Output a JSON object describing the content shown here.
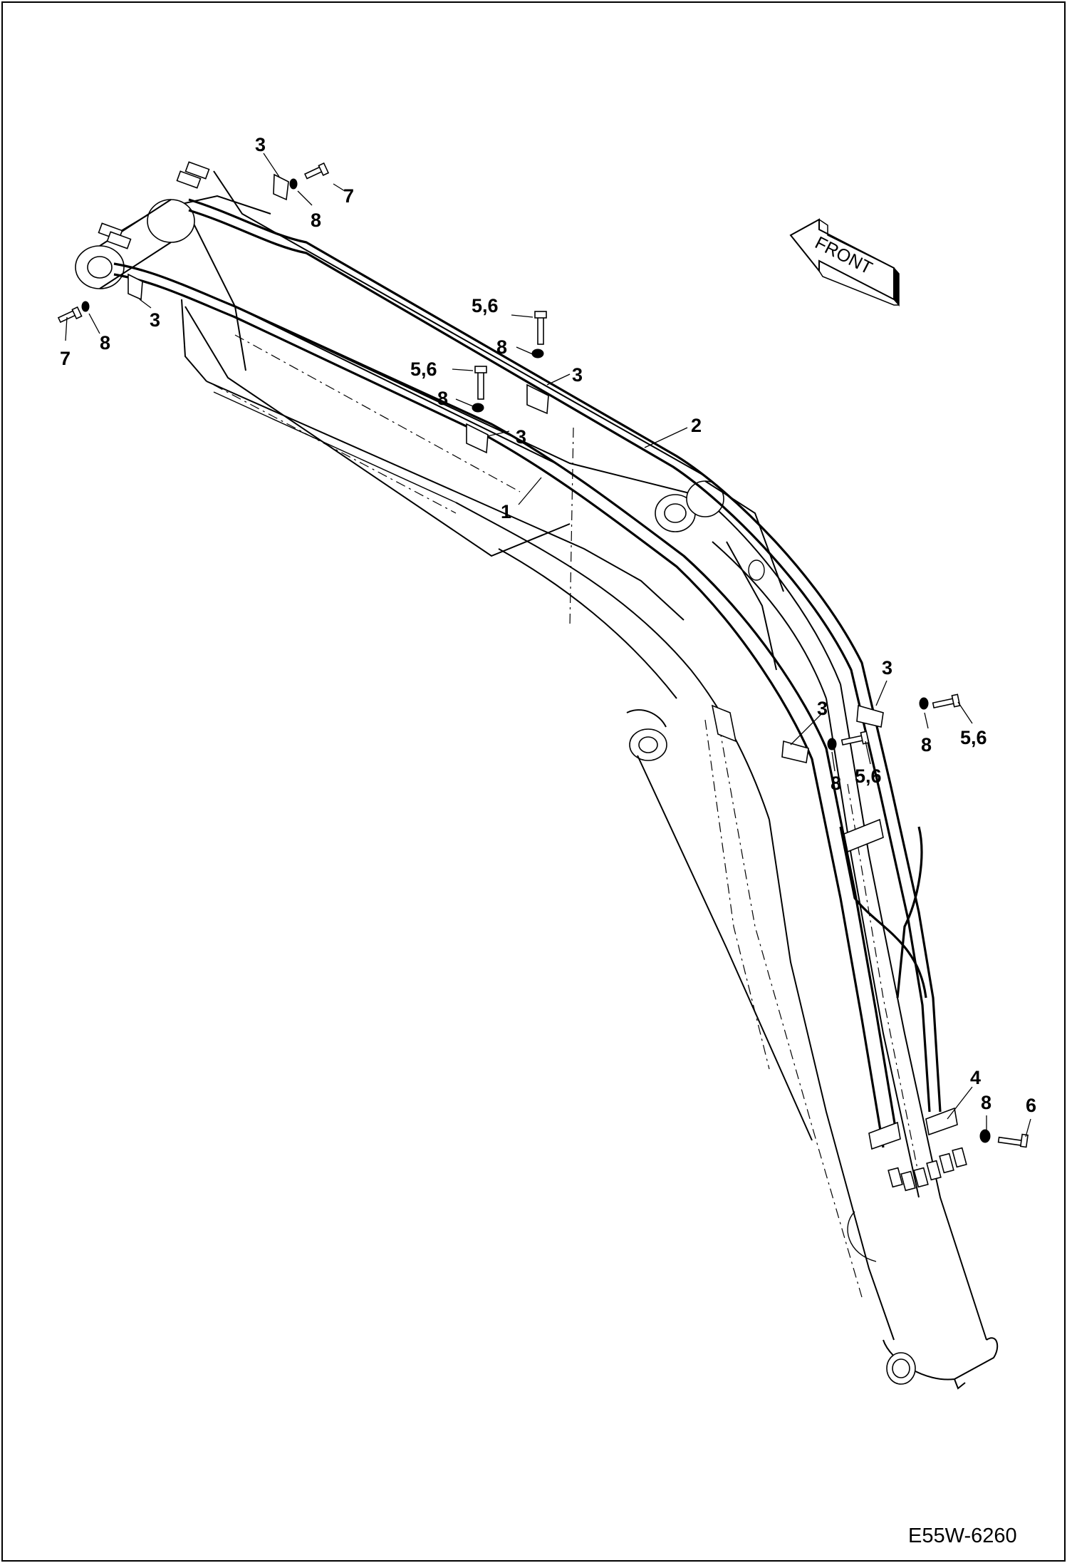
{
  "drawing": {
    "figure_code": "E55W-6260",
    "direction_label": "FRONT"
  },
  "callouts": {
    "c1": "3",
    "c2": "7",
    "c3": "8",
    "c4": "7",
    "c5": "8",
    "c6": "3",
    "c7": "5,6",
    "c8": "8",
    "c9": "3",
    "c10": "5,6",
    "c11": "8",
    "c12": "3",
    "c13": "2",
    "c14": "1",
    "c15": "3",
    "c16": "3",
    "c17": "8",
    "c18": "5,6",
    "c19": "8",
    "c20": "5,6",
    "c21": "4",
    "c22": "8",
    "c23": "6"
  }
}
